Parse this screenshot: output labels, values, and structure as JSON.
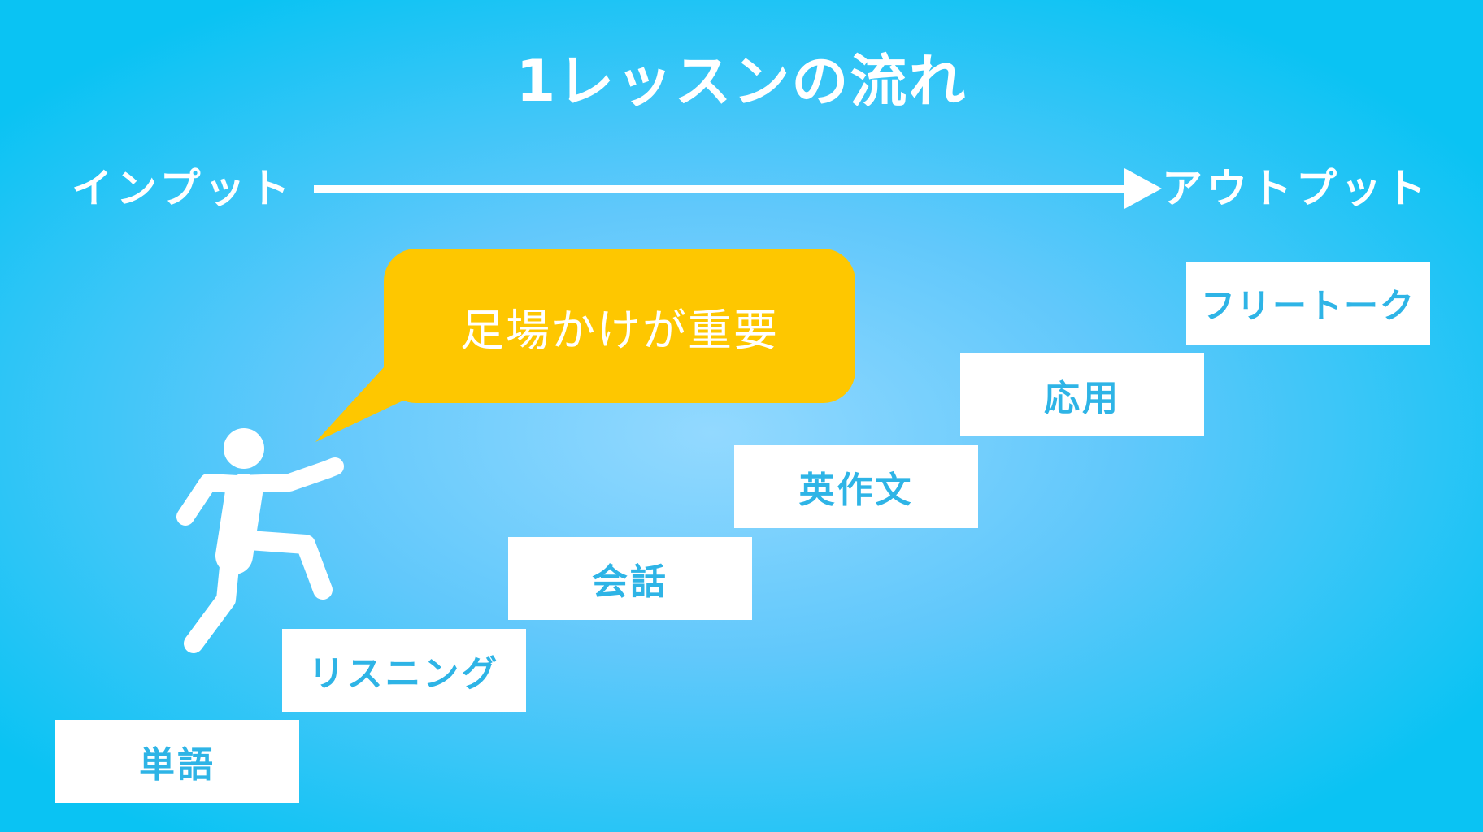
{
  "title": "1レッスンの流れ",
  "flow": {
    "start_label": "インプット",
    "end_label": "アウトプット"
  },
  "callout": {
    "text": "足場かけが重要"
  },
  "steps": [
    {
      "label": "単語"
    },
    {
      "label": "リスニング"
    },
    {
      "label": "会話"
    },
    {
      "label": "英作文"
    },
    {
      "label": "応用"
    },
    {
      "label": "フリートーク"
    }
  ],
  "icons": {
    "runner": "running-person-icon",
    "arrow": "right-arrow-icon"
  },
  "colors": {
    "background": "#0ac3f3",
    "callout": "#fec700",
    "step_text": "#2eb4e6",
    "foreground": "#ffffff"
  }
}
